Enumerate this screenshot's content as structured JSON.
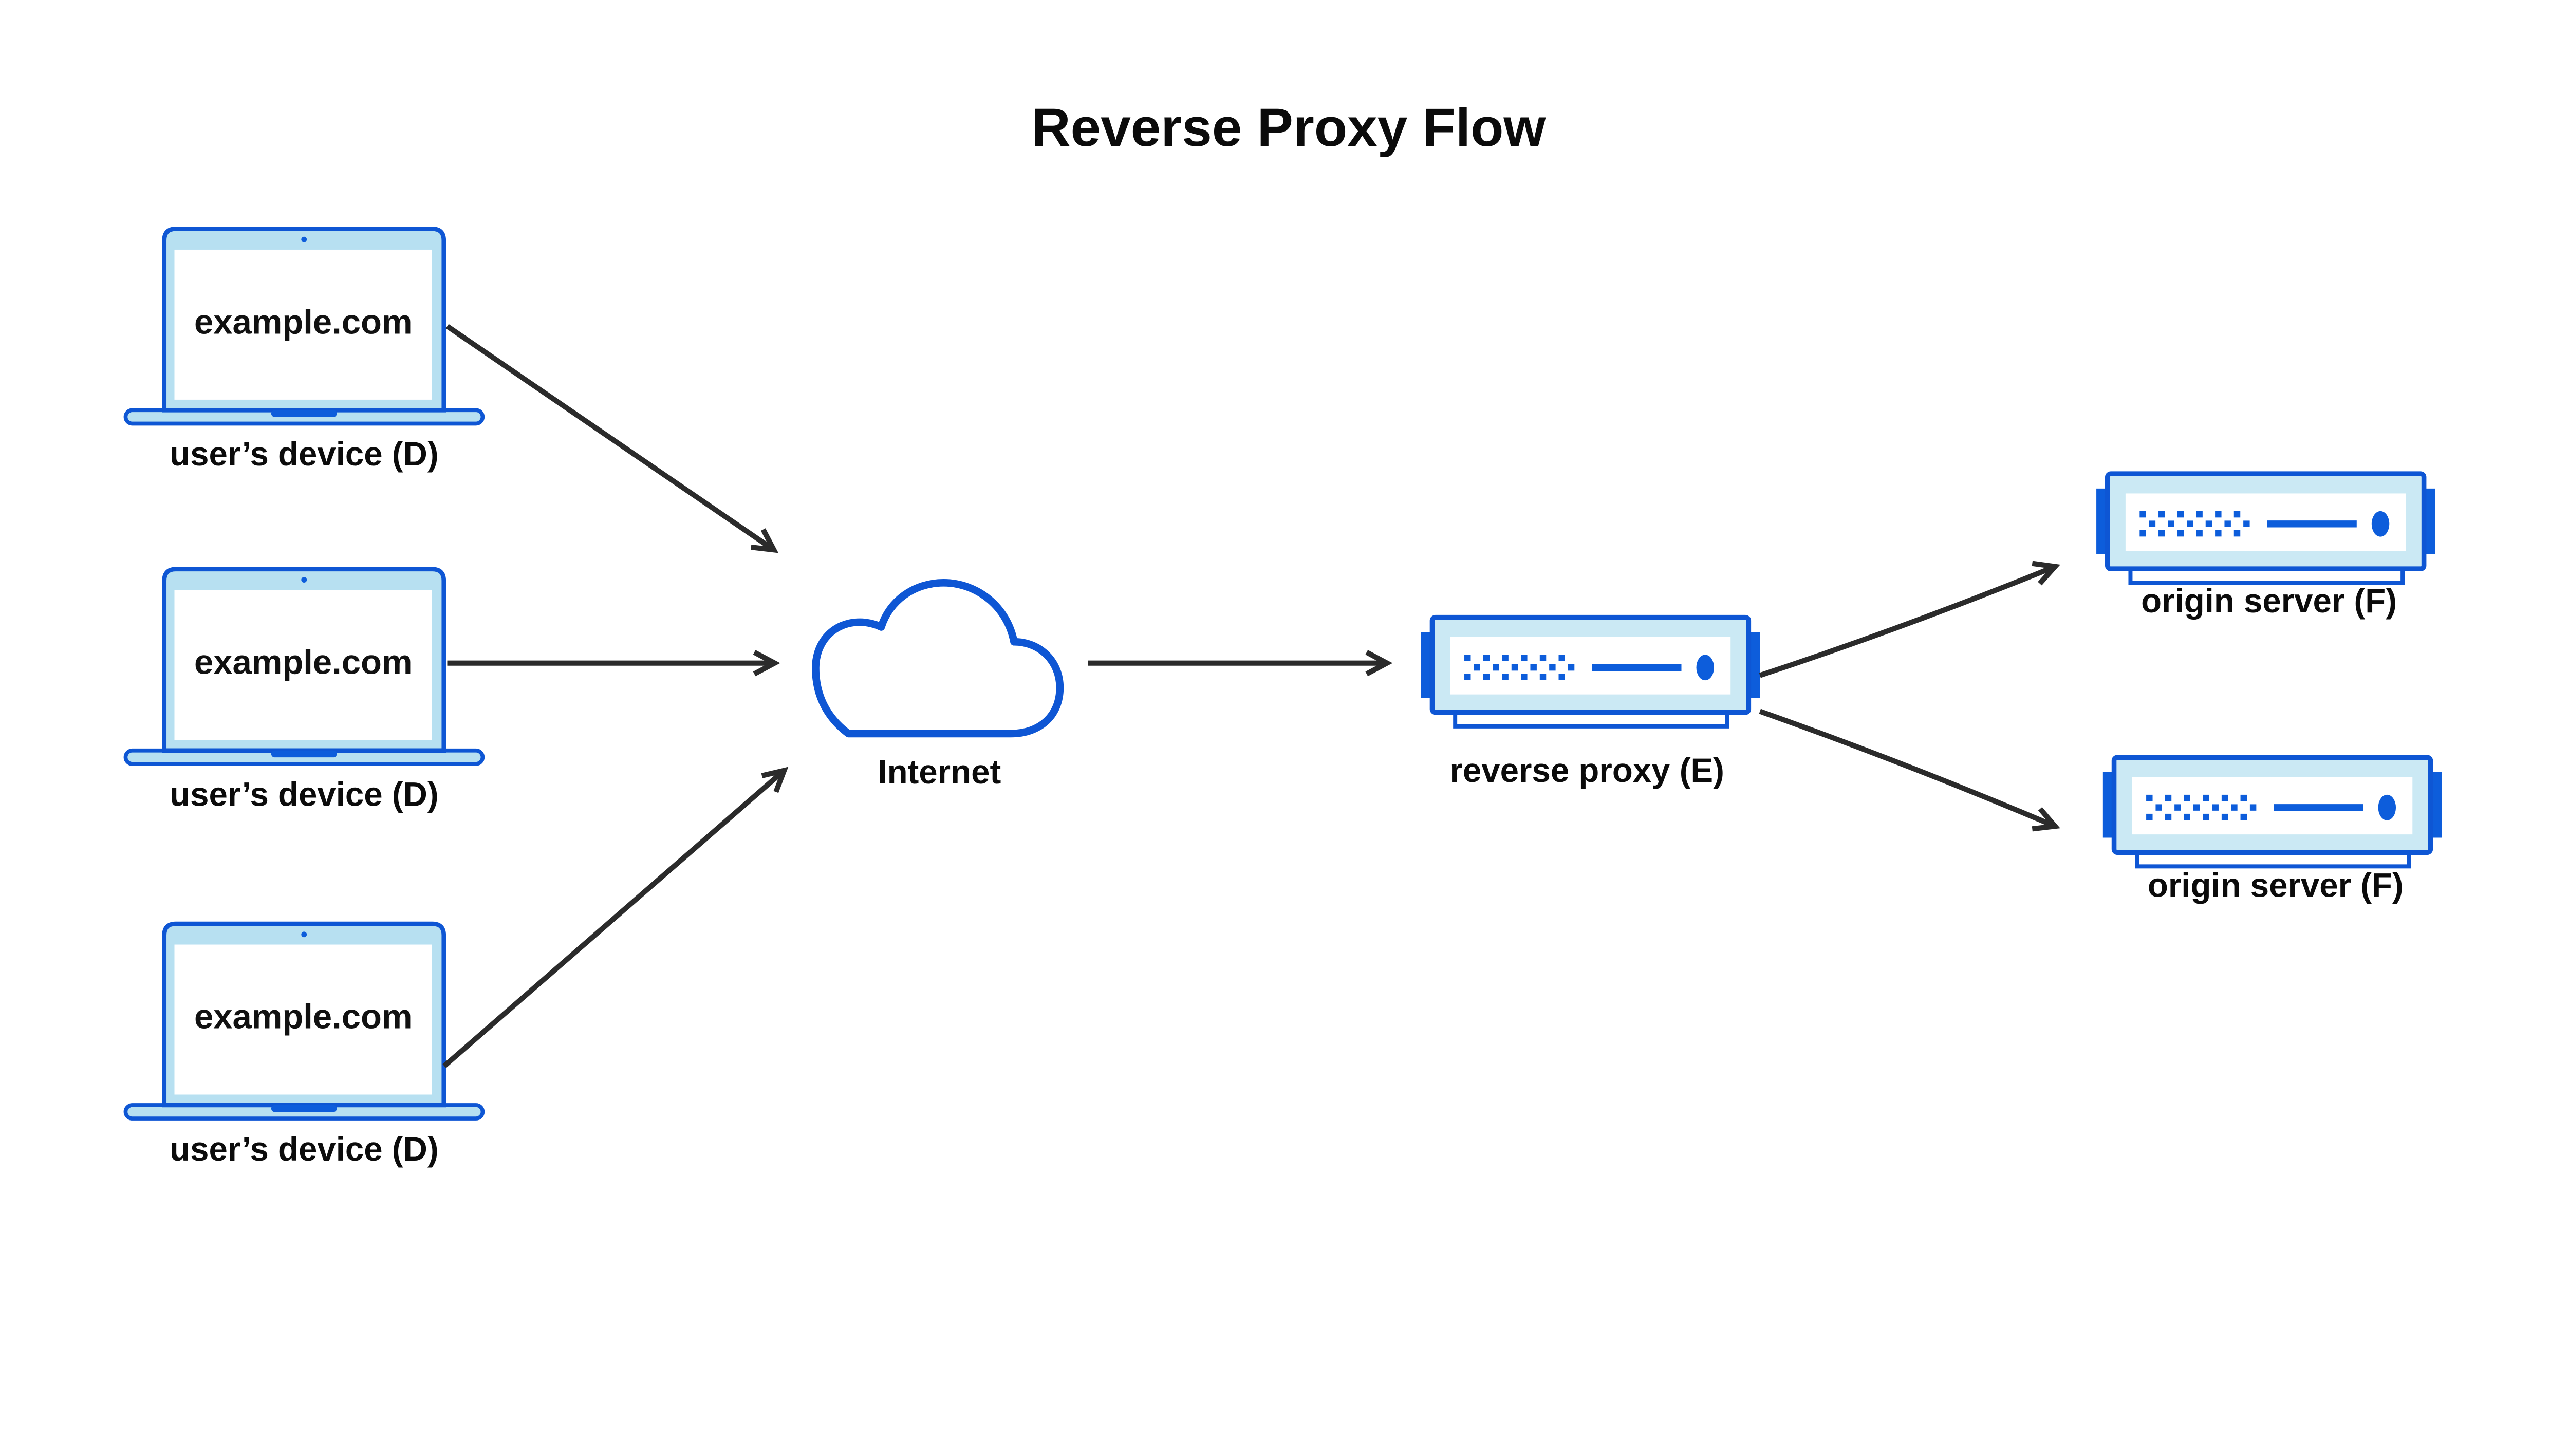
{
  "title": "Reverse Proxy Flow",
  "nodes": {
    "devices": [
      {
        "screen_text": "example.com",
        "label": "user’s device (D)"
      },
      {
        "screen_text": "example.com",
        "label": "user’s device (D)"
      },
      {
        "screen_text": "example.com",
        "label": "user’s device (D)"
      }
    ],
    "internet": {
      "label": "Internet"
    },
    "reverse_proxy": {
      "label": "reverse proxy (E)"
    },
    "origin_servers": [
      {
        "label": "origin server (F)"
      },
      {
        "label": "origin server (F)"
      }
    ]
  },
  "icons": {
    "device": "laptop-icon",
    "internet": "cloud-icon",
    "reverse_proxy": "server-icon",
    "origin_server": "server-icon"
  },
  "connections": [
    {
      "from": "user-device-1",
      "to": "internet"
    },
    {
      "from": "user-device-2",
      "to": "internet"
    },
    {
      "from": "user-device-3",
      "to": "internet"
    },
    {
      "from": "internet",
      "to": "reverse-proxy"
    },
    {
      "from": "reverse-proxy",
      "to": "origin-server-1"
    },
    {
      "from": "reverse-proxy",
      "to": "origin-server-2"
    }
  ],
  "colors": {
    "blue_stroke": "#0e56d4",
    "blue_solid": "#0d5ddb",
    "device_fill": "#b7e0f1",
    "server_fill": "#cbe9f4",
    "arrow": "#2b2b2b",
    "text": "#0b0b0b",
    "background": "#ffffff"
  }
}
